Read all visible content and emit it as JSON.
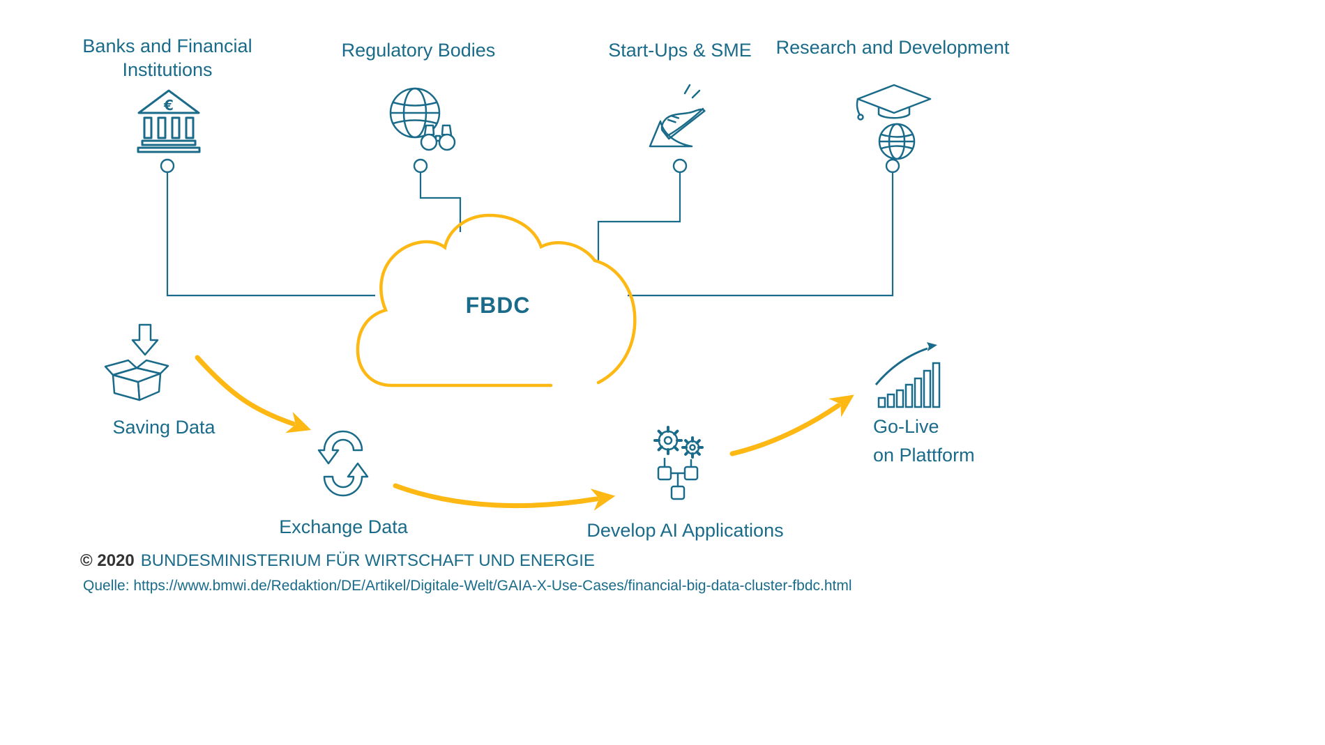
{
  "colors": {
    "primary_blue": "#1a6b8a",
    "accent_yellow": "#fdb813",
    "background": "#ffffff"
  },
  "cloud": {
    "label": "FBDC"
  },
  "stakeholders": [
    {
      "icon": "bank-icon",
      "symbol": "€",
      "lines": [
        "Banks and Financial",
        "Institutions"
      ]
    },
    {
      "icon": "globe-binoculars-icon",
      "lines": [
        "Regulatory Bodies"
      ]
    },
    {
      "icon": "startup-shoe-icon",
      "lines": [
        "Start-Ups & SME"
      ]
    },
    {
      "icon": "graduation-cap-globe-icon",
      "lines": [
        "Research and Development"
      ]
    }
  ],
  "process_steps": [
    {
      "icon": "saving-data-box-icon",
      "lines": [
        "Saving Data"
      ]
    },
    {
      "icon": "exchange-data-arrows-icon",
      "lines": [
        "Exchange Data"
      ]
    },
    {
      "icon": "gears-flowchart-icon",
      "lines": [
        "Develop AI Applications"
      ]
    },
    {
      "icon": "golive-bar-chart-icon",
      "lines": [
        "Go-Live",
        "on Plattform"
      ]
    }
  ],
  "footer": {
    "copyright": "© 2020",
    "ministry": "BUNDESMINISTERIUM FÜR WIRTSCHAFT UND ENERGIE",
    "source": "Quelle: https://www.bmwi.de/Redaktion/DE/Artikel/Digitale-Welt/GAIA-X-Use-Cases/financial-big-data-cluster-fbdc.html"
  }
}
